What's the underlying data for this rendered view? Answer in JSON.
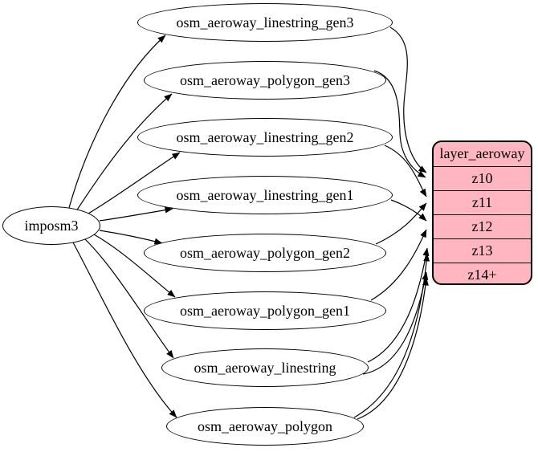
{
  "diagram": {
    "background_color": "#ffffff",
    "edge_color": "#000000",
    "node_border_color": "#000000"
  },
  "source_node": {
    "label": "imposm3"
  },
  "table_nodes": [
    {
      "label": "osm_aeroway_linestring_gen3"
    },
    {
      "label": "osm_aeroway_polygon_gen3"
    },
    {
      "label": "osm_aeroway_linestring_gen2"
    },
    {
      "label": "osm_aeroway_linestring_gen1"
    },
    {
      "label": "osm_aeroway_polygon_gen2"
    },
    {
      "label": "osm_aeroway_polygon_gen1"
    },
    {
      "label": "osm_aeroway_linestring"
    },
    {
      "label": "osm_aeroway_polygon"
    }
  ],
  "layer_node": {
    "title": "layer_aeroway",
    "rows": [
      "z10",
      "z11",
      "z12",
      "z13",
      "z14+"
    ],
    "fill_color": "#ffb6c1",
    "border_color": "#000000"
  },
  "connections": [
    {
      "from": "imposm3",
      "to": "osm_aeroway_linestring_gen3"
    },
    {
      "from": "imposm3",
      "to": "osm_aeroway_polygon_gen3"
    },
    {
      "from": "imposm3",
      "to": "osm_aeroway_linestring_gen2"
    },
    {
      "from": "imposm3",
      "to": "osm_aeroway_linestring_gen1"
    },
    {
      "from": "imposm3",
      "to": "osm_aeroway_polygon_gen2"
    },
    {
      "from": "imposm3",
      "to": "osm_aeroway_polygon_gen1"
    },
    {
      "from": "imposm3",
      "to": "osm_aeroway_linestring"
    },
    {
      "from": "imposm3",
      "to": "osm_aeroway_polygon"
    },
    {
      "from": "osm_aeroway_linestring_gen3",
      "to": "layer_aeroway.z10"
    },
    {
      "from": "osm_aeroway_polygon_gen3",
      "to": "layer_aeroway.z10"
    },
    {
      "from": "osm_aeroway_linestring_gen2",
      "to": "layer_aeroway.z11"
    },
    {
      "from": "osm_aeroway_polygon_gen2",
      "to": "layer_aeroway.z11"
    },
    {
      "from": "osm_aeroway_linestring_gen1",
      "to": "layer_aeroway.z12"
    },
    {
      "from": "osm_aeroway_polygon_gen1",
      "to": "layer_aeroway.z12"
    },
    {
      "from": "osm_aeroway_linestring",
      "to": "layer_aeroway.z13"
    },
    {
      "from": "osm_aeroway_polygon",
      "to": "layer_aeroway.z13"
    },
    {
      "from": "osm_aeroway_linestring",
      "to": "layer_aeroway.z14+"
    },
    {
      "from": "osm_aeroway_polygon",
      "to": "layer_aeroway.z14+"
    }
  ]
}
